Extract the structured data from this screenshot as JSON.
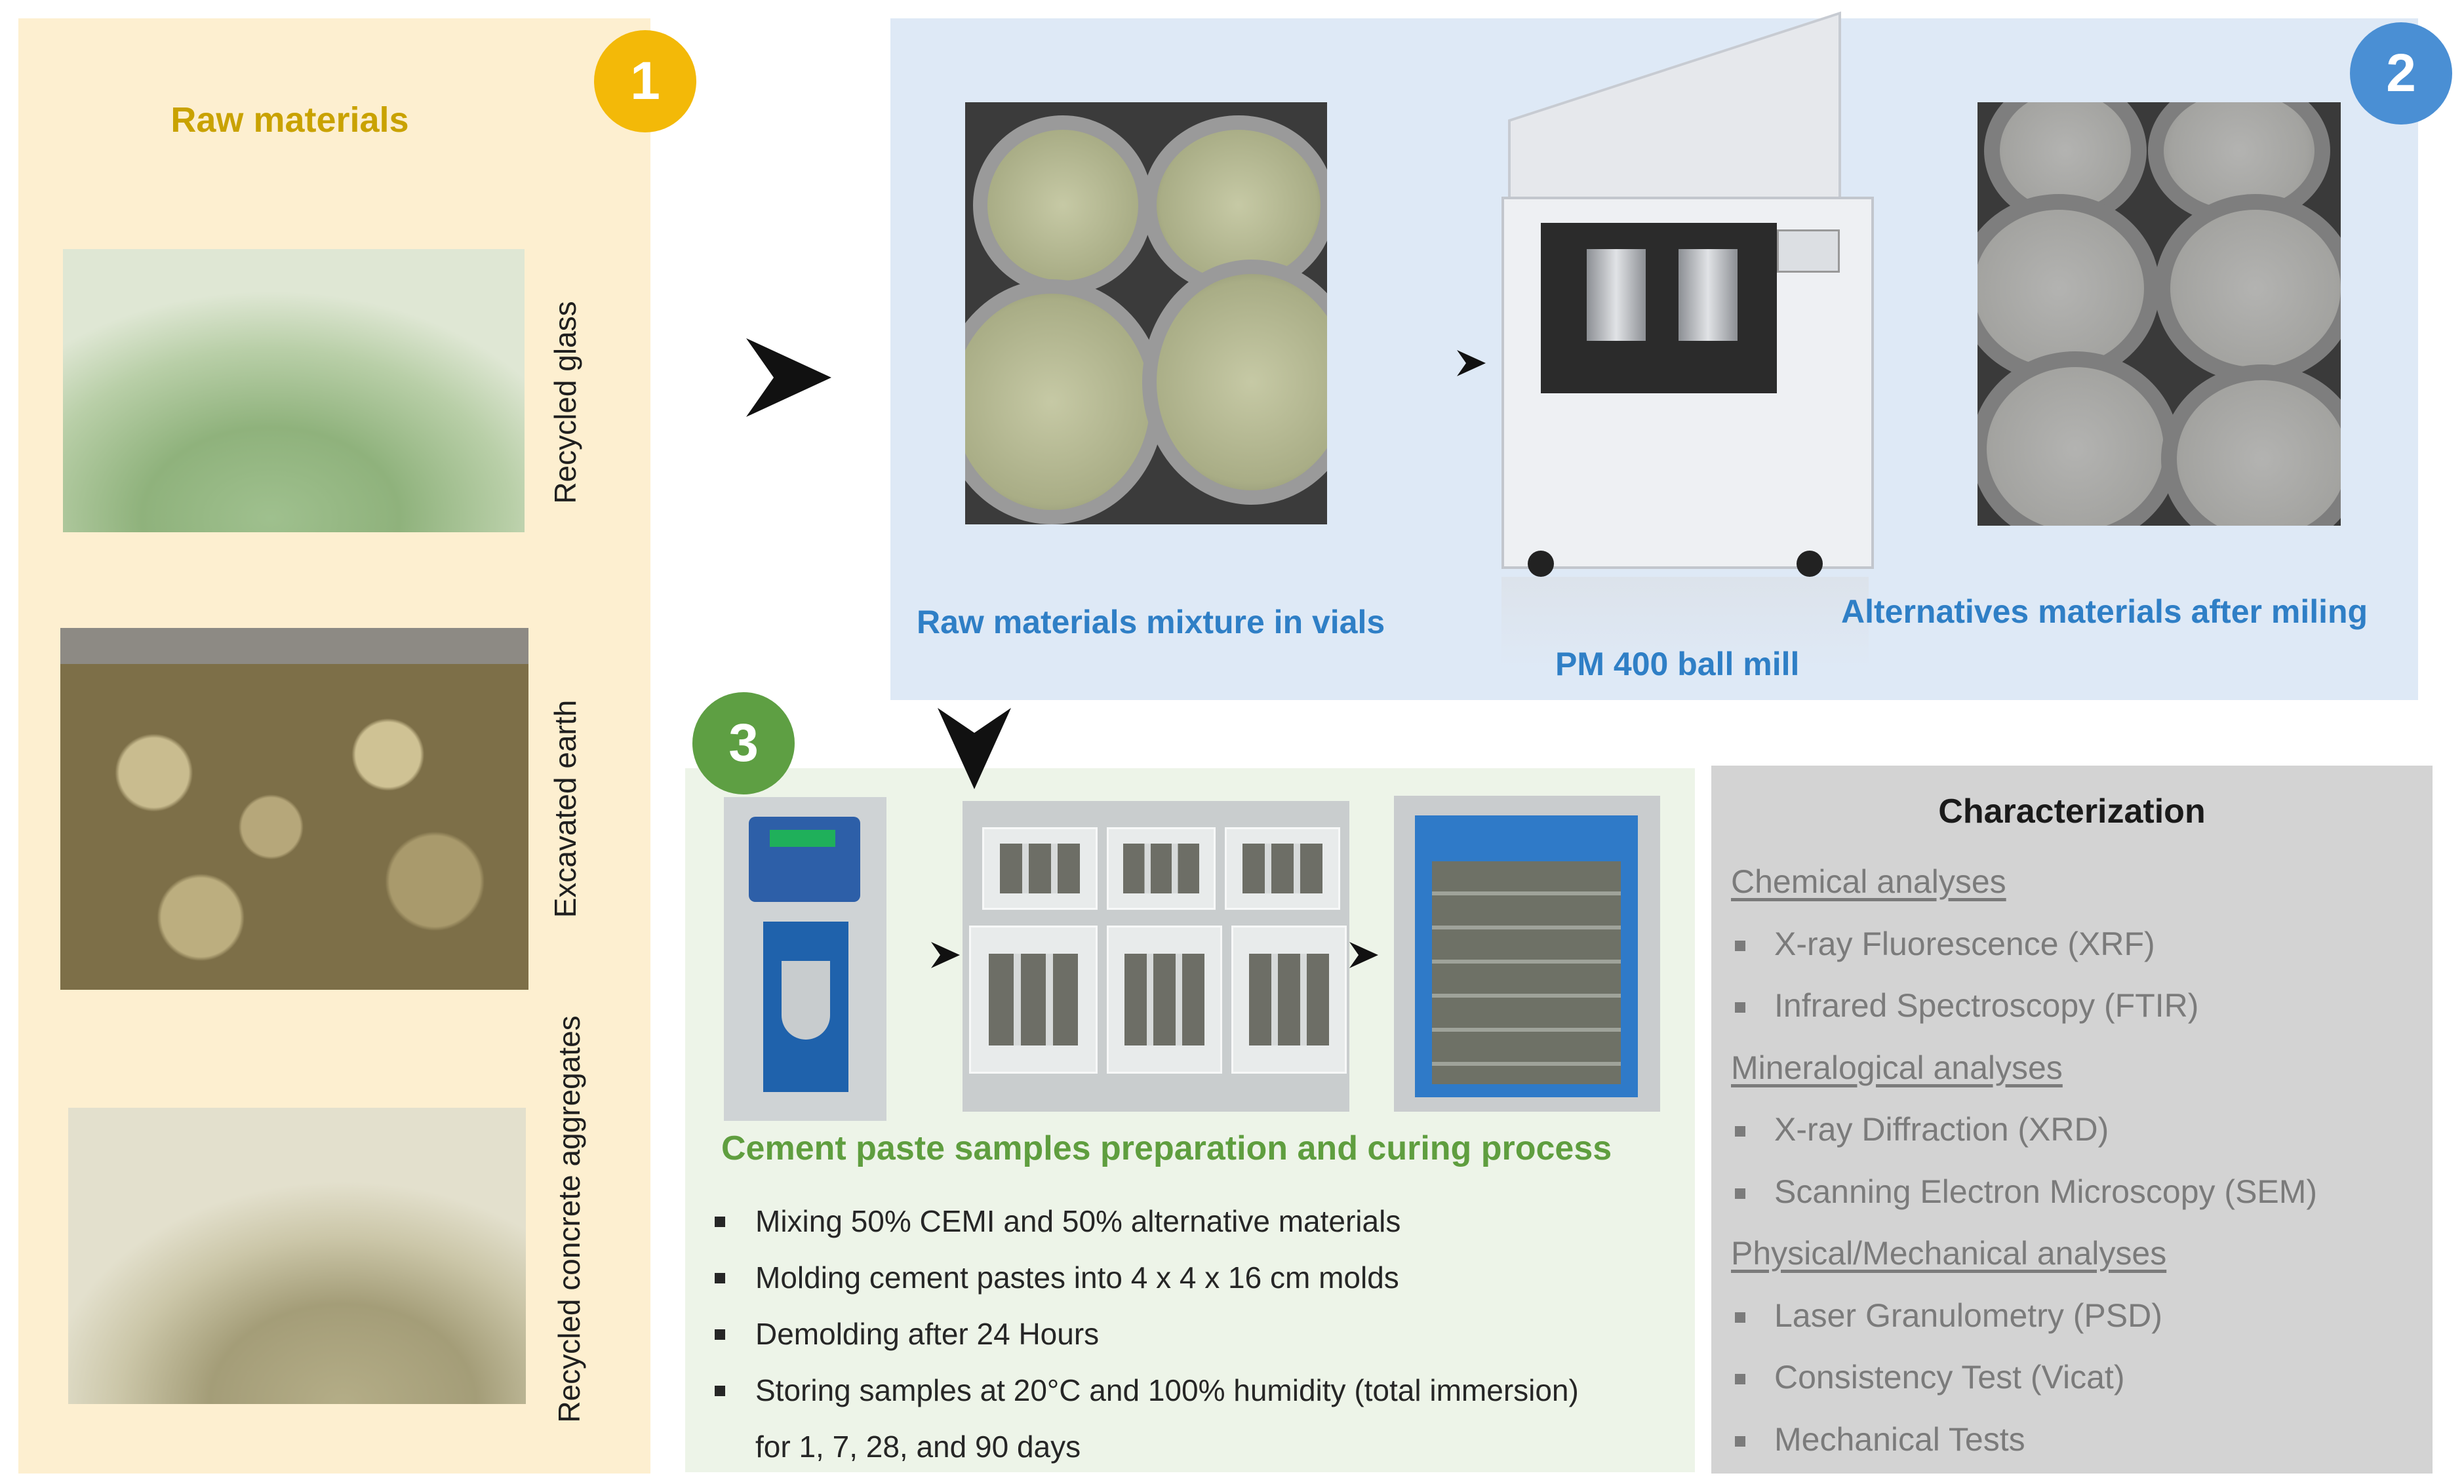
{
  "badges": {
    "one": "1",
    "two": "2",
    "three": "3"
  },
  "raw_materials": {
    "title": "Raw materials",
    "items": [
      "Recycled glass",
      "Excavated earth",
      "Recycled concrete aggregates"
    ]
  },
  "milling": {
    "vials_caption": "Raw materials mixture in vials",
    "mill_caption": "PM 400 ball mill",
    "after_caption": "Alternatives materials after miling"
  },
  "cement": {
    "title": "Cement paste samples preparation and curing process",
    "steps": [
      "Mixing 50% CEMI and 50% alternative materials",
      "Molding cement pastes into 4 x 4 x 16 cm molds",
      "Demolding after 24 Hours",
      "Storing samples at 20°C and 100% humidity (total immersion)",
      "for 1, 7, 28, and 90 days"
    ]
  },
  "characterization": {
    "title": "Characterization",
    "groups": [
      {
        "heading": "Chemical analyses",
        "items": [
          "X-ray Fluorescence (XRF)",
          "Infrared Spectroscopy (FTIR)"
        ]
      },
      {
        "heading": "Mineralogical analyses",
        "items": [
          "X-ray Diffraction (XRD)",
          "Scanning Electron Microscopy (SEM)"
        ]
      },
      {
        "heading": "Physical/Mechanical analyses",
        "items": [
          "Laser Granulometry (PSD)",
          "Consistency Test (Vicat)",
          "Mechanical Tests"
        ]
      }
    ]
  },
  "colors": {
    "panel_raw": "#fdefd0",
    "panel_mill": "#dee9f6",
    "panel_cement": "#edf4e8",
    "panel_char": "#d3d3d3",
    "badge_yellow": "#f3b908",
    "badge_blue": "#4a8fd4",
    "badge_green": "#5e9f43",
    "text_gold": "#c9a200",
    "text_blue": "#2f7fc6",
    "text_green": "#5f9e3f"
  },
  "icons": [
    "arrow-right-icon",
    "arrow-down-icon"
  ]
}
